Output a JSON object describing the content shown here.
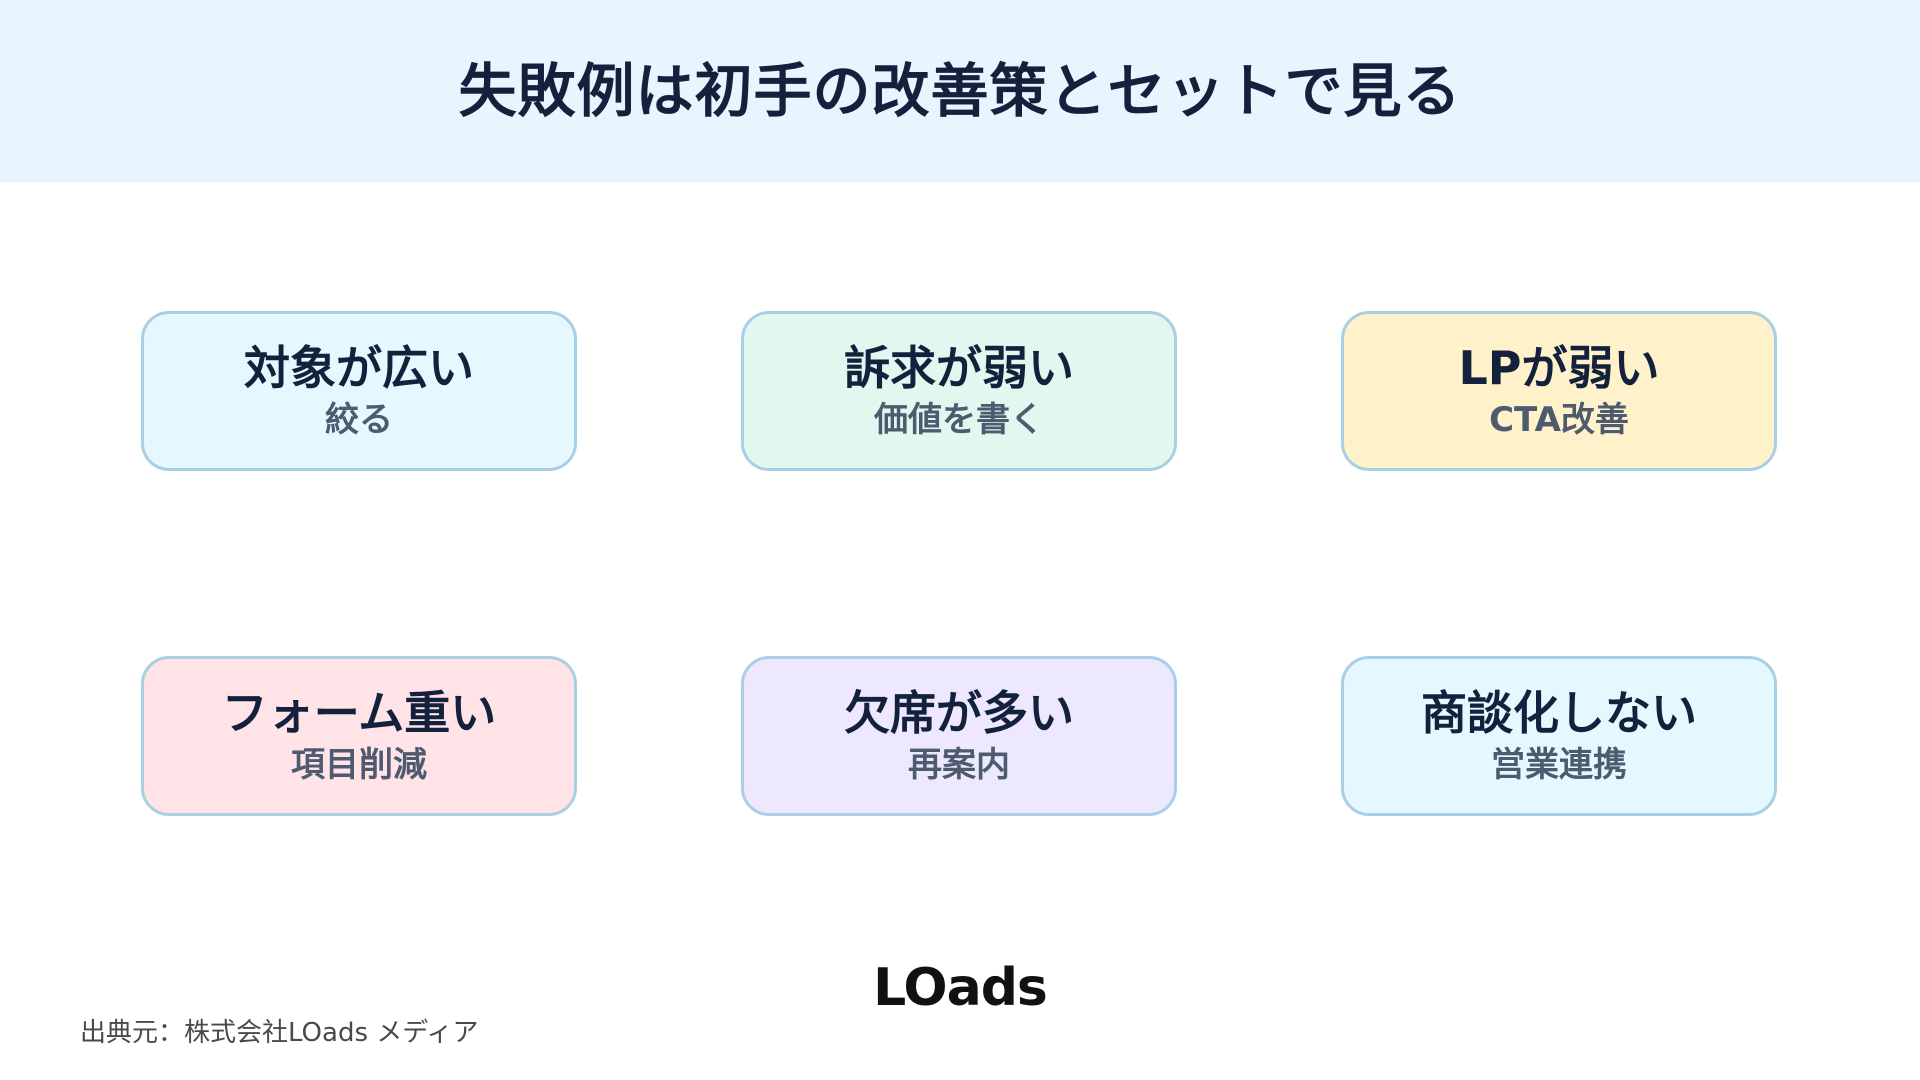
{
  "header": {
    "title": "失敗例は初手の改善策とセットで見る"
  },
  "cards": [
    {
      "title": "対象が広い",
      "sub": "絞る",
      "bg": "#e6f8ff"
    },
    {
      "title": "訴求が弱い",
      "sub": "価値を書く",
      "bg": "#e2f7ef"
    },
    {
      "title": "LPが弱い",
      "sub": "CTA改善",
      "bg": "#fff1ca"
    },
    {
      "title": "フォーム重い",
      "sub": "項目削減",
      "bg": "#ffe3e6"
    },
    {
      "title": "欠席が多い",
      "sub": "再案内",
      "bg": "#eee8ff"
    },
    {
      "title": "商談化しない",
      "sub": "営業連携",
      "bg": "#e6f8ff"
    }
  ],
  "logo": {
    "text": "LOads"
  },
  "footer": {
    "source": "出典元：株式会社LOads メディア"
  }
}
